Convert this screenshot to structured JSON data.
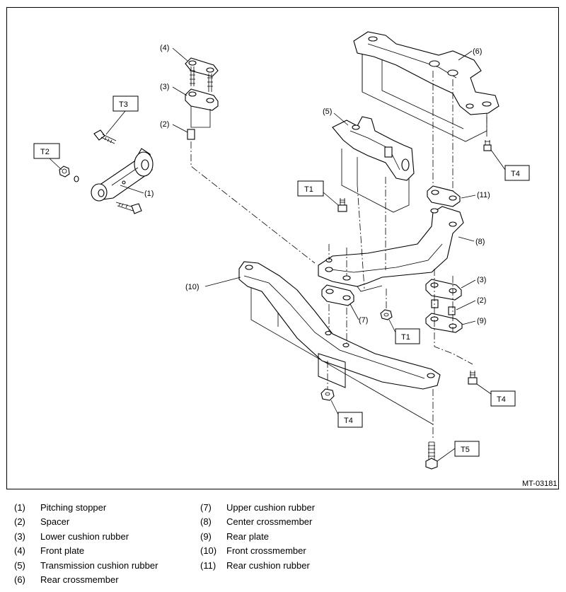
{
  "figure_code": "MT-03181",
  "callouts": [
    "(1)",
    "(2)",
    "(3)",
    "(4)",
    "(5)",
    "(6)",
    "(7)",
    "(8)",
    "(9)",
    "(10)",
    "(11)",
    "(2)",
    "(3)"
  ],
  "torque_labels": [
    "T1",
    "T1",
    "T2",
    "T3",
    "T4",
    "T4",
    "T4",
    "T5"
  ],
  "legend": [
    {
      "num": "(1)",
      "name": "Pitching stopper"
    },
    {
      "num": "(2)",
      "name": "Spacer"
    },
    {
      "num": "(3)",
      "name": "Lower cushion rubber"
    },
    {
      "num": "(4)",
      "name": "Front plate"
    },
    {
      "num": "(5)",
      "name": "Transmission cushion rubber"
    },
    {
      "num": "(6)",
      "name": "Rear crossmember"
    },
    {
      "num": "(7)",
      "name": "Upper cushion rubber"
    },
    {
      "num": "(8)",
      "name": "Center crossmember"
    },
    {
      "num": "(9)",
      "name": "Rear plate"
    },
    {
      "num": "(10)",
      "name": "Front crossmember"
    },
    {
      "num": "(11)",
      "name": "Rear cushion rubber"
    }
  ]
}
